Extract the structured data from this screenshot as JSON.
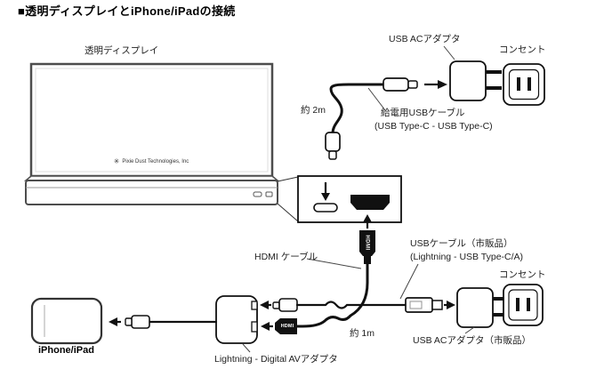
{
  "title": "■透明ディスプレイとiPhone/iPadの接続",
  "display": {
    "label": "透明ディスプレイ",
    "brand_star": "✳",
    "brand_name": "Pixie Dust Technologies, Inc"
  },
  "top_power": {
    "adapter": "USB ACアダプタ",
    "outlet": "コンセント",
    "length": "約 2m",
    "cable_name": "給電用USBケーブル",
    "cable_spec": "(USB Type-C - USB Type-C)"
  },
  "hdmi": {
    "cable": "HDMI ケーブル",
    "plug_top": "HDMI",
    "plug_bottom": "HDMI"
  },
  "usb": {
    "name": "USBケーブル（市販品）",
    "spec": "(Lightning - USB Type-C/A)",
    "length": "約 1m"
  },
  "bottom_power": {
    "outlet": "コンセント",
    "adapter": "USB ACアダプタ（市販品）"
  },
  "device": {
    "label": "iPhone/iPad"
  },
  "av_adapter": {
    "label": "Lightning - Digital AVアダプタ"
  }
}
